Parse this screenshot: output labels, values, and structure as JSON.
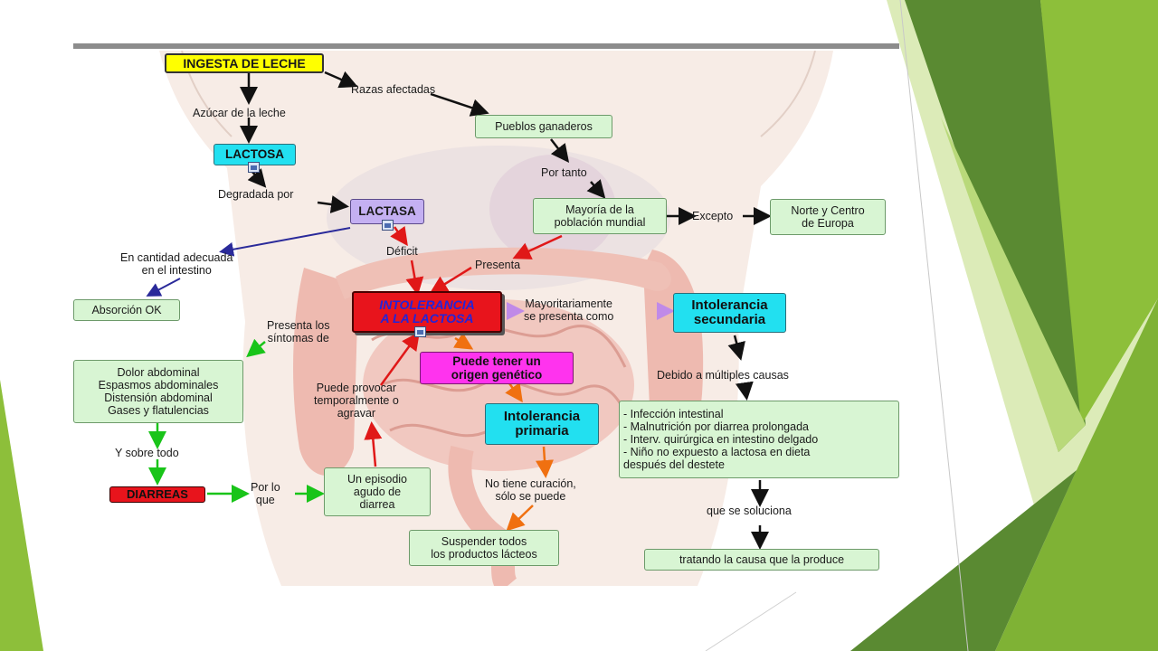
{
  "nodes": {
    "ingesta": "INGESTA DE LECHE",
    "lactosa": "LACTOSA",
    "lactasa": "LACTASA",
    "pueblos": "Pueblos ganaderos",
    "mayoria": "Mayoría de la\npoblación mundial",
    "norte": "Norte y Centro\nde Europa",
    "absorcion": "Absorción OK",
    "intolerancia": "INTOLERANCIA\nA LA LACTOSA",
    "secundaria": "Intolerancia\nsecundaria",
    "sintomas": "Dolor abdominal\nEspasmos abdominales\nDistensión abdominal\nGases y flatulencias",
    "genetico": "Puede tener un\norigen genético",
    "primaria": "Intolerancia\nprimaria",
    "causas": "- Infección intestinal\n- Malnutrición por diarrea prolongada\n- Interv. quirúrgica en intestino delgado\n- Niño no expuesto a lactosa en dieta\ndespués del destete",
    "diarreas": "DIARREAS",
    "episodio": "Un episodio\nagudo de\ndiarrea",
    "suspender": "Suspender todos\nlos productos lácteos",
    "tratando": "tratando la causa que la produce"
  },
  "labels": {
    "razas": "Razas afectadas",
    "azucar": "Azúcar de la leche",
    "portanto": "Por tanto",
    "degradada": "Degradada por",
    "excepto": "Excepto",
    "cantidad": "En cantidad adecuada\nen el intestino",
    "deficit": "Déficit",
    "presenta": "Presenta",
    "mayoritariamente": "Mayoritariamente\nse presenta como",
    "presenta_los": "Presenta los\nsíntomas de",
    "debido": "Debido a múltiples causas",
    "puede_provocar": "Puede provocar\ntemporalmente o\nagravar",
    "ysobretodo": "Y sobre todo",
    "porlo": "Por lo\nque",
    "nocuracion": "No tiene curación,\nsólo se puede",
    "soluciona": "que se soluciona"
  },
  "colors": {
    "green_dark": "#5a8a32",
    "green_mid": "#8fbf3a",
    "green_light": "#b9d97a",
    "green_pale": "#dcebb8"
  }
}
